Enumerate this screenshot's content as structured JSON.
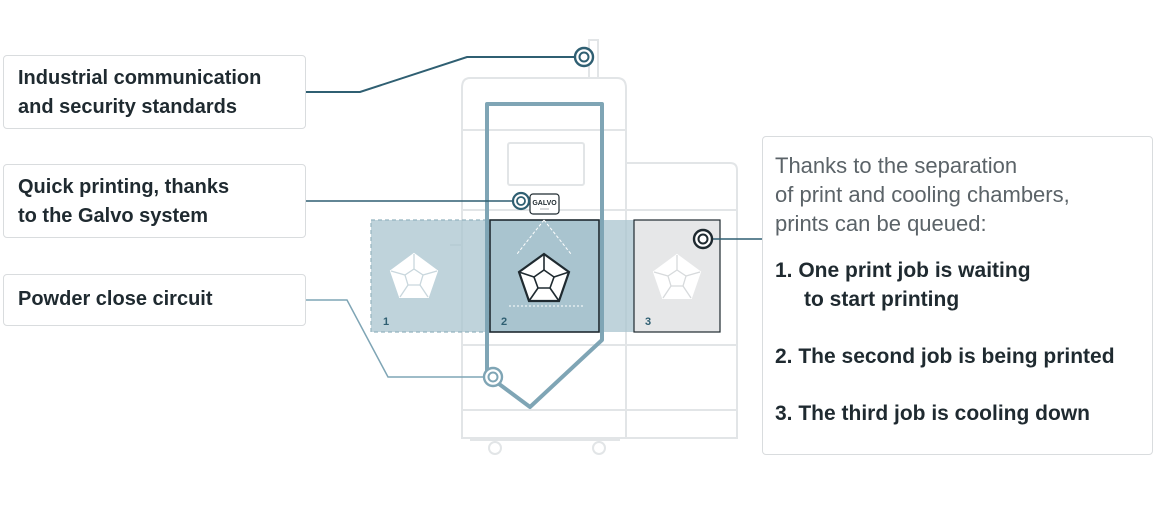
{
  "callouts": [
    {
      "lines": [
        "Industrial communication",
        "and security standards"
      ]
    },
    {
      "lines": [
        "Quick printing, thanks",
        "to the Galvo system"
      ]
    },
    {
      "lines": [
        "Powder close circuit"
      ]
    }
  ],
  "galvo_label": "GALVO",
  "chambers": [
    "1",
    "2",
    "3"
  ],
  "info": {
    "intro": [
      "Thanks to the separation",
      "of print and cooling chambers,",
      "prints can be queued:"
    ],
    "steps": [
      [
        "1. One print job is waiting",
        "to start printing"
      ],
      [
        "2. The second job is being printed"
      ],
      [
        "3. The third job is cooling down"
      ]
    ]
  },
  "colors": {
    "accent": "#2f5f72",
    "chamber_fill": "#a9c4cf",
    "outline": "#e0e3e5",
    "connector": "#7fa5b5"
  }
}
